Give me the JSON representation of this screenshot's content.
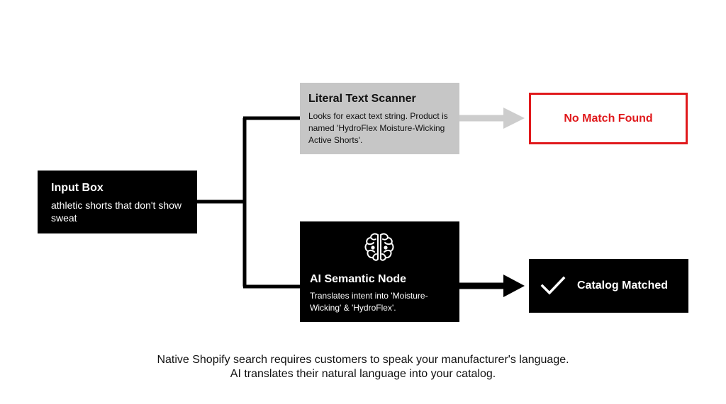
{
  "input_box": {
    "title": "Input Box",
    "body": "athletic shorts that don't show sweat"
  },
  "scanner": {
    "title": "Literal Text Scanner",
    "body": "Looks for exact text string. Product is named 'HydroFlex Moisture-Wicking Active Shorts'."
  },
  "no_match": {
    "label": "No Match Found"
  },
  "ai_node": {
    "icon": "brain-icon",
    "title": "AI Semantic Node",
    "body": "Translates intent into 'Moisture-Wicking' & 'HydroFlex'."
  },
  "matched": {
    "icon": "checkmark-icon",
    "label": "Catalog Matched"
  },
  "caption": {
    "line1": "Native Shopify search requires customers to speak your manufacturer's language.",
    "line2": "AI translates their natural language into your catalog."
  },
  "colors": {
    "accent_red": "#e0191c",
    "gray_box": "#c6c6c6",
    "gray_arrow": "#cdcdcd",
    "black": "#000000"
  }
}
